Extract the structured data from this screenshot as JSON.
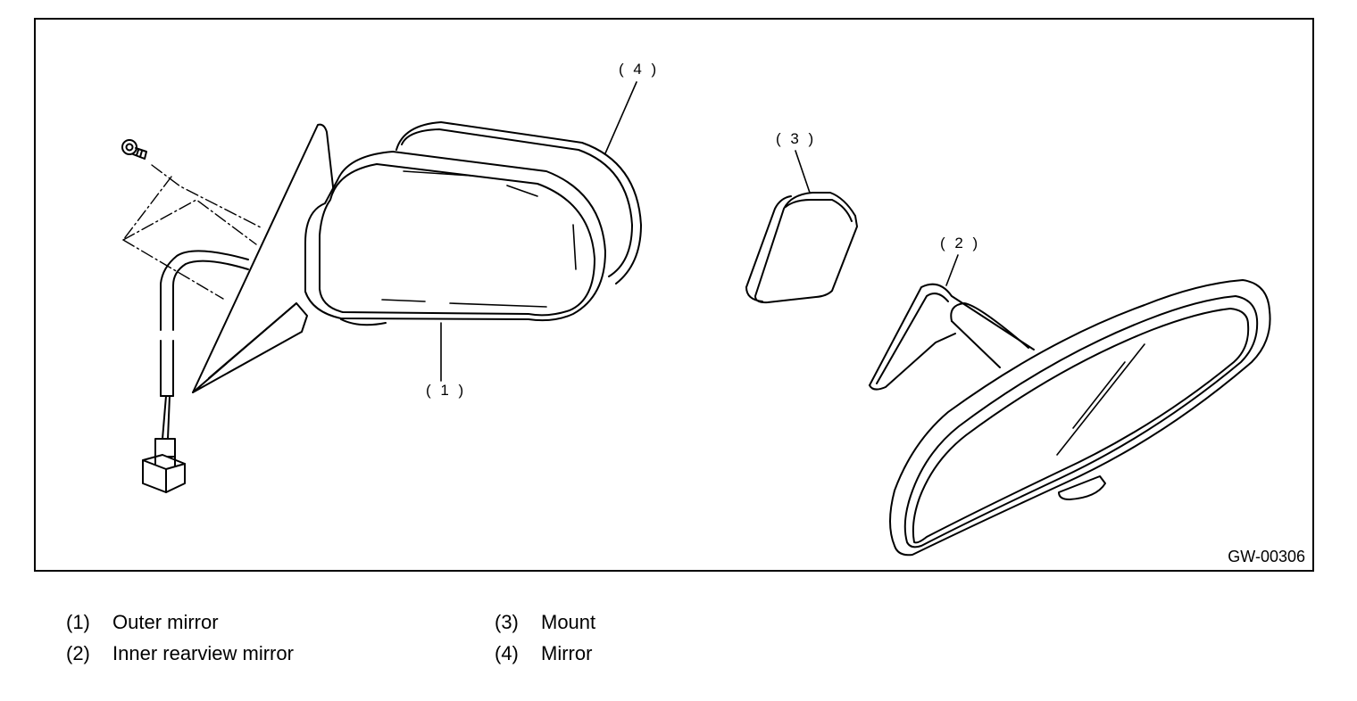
{
  "figure": {
    "code": "GW-00306",
    "callouts": {
      "c1": "( 1 )",
      "c2": "( 2 )",
      "c3": "( 3 )",
      "c4": "( 4 )"
    }
  },
  "legend": [
    {
      "num": "(1)",
      "label": "Outer mirror"
    },
    {
      "num": "(2)",
      "label": "Inner rearview mirror"
    },
    {
      "num": "(3)",
      "label": "Mount"
    },
    {
      "num": "(4)",
      "label": "Mirror"
    }
  ]
}
